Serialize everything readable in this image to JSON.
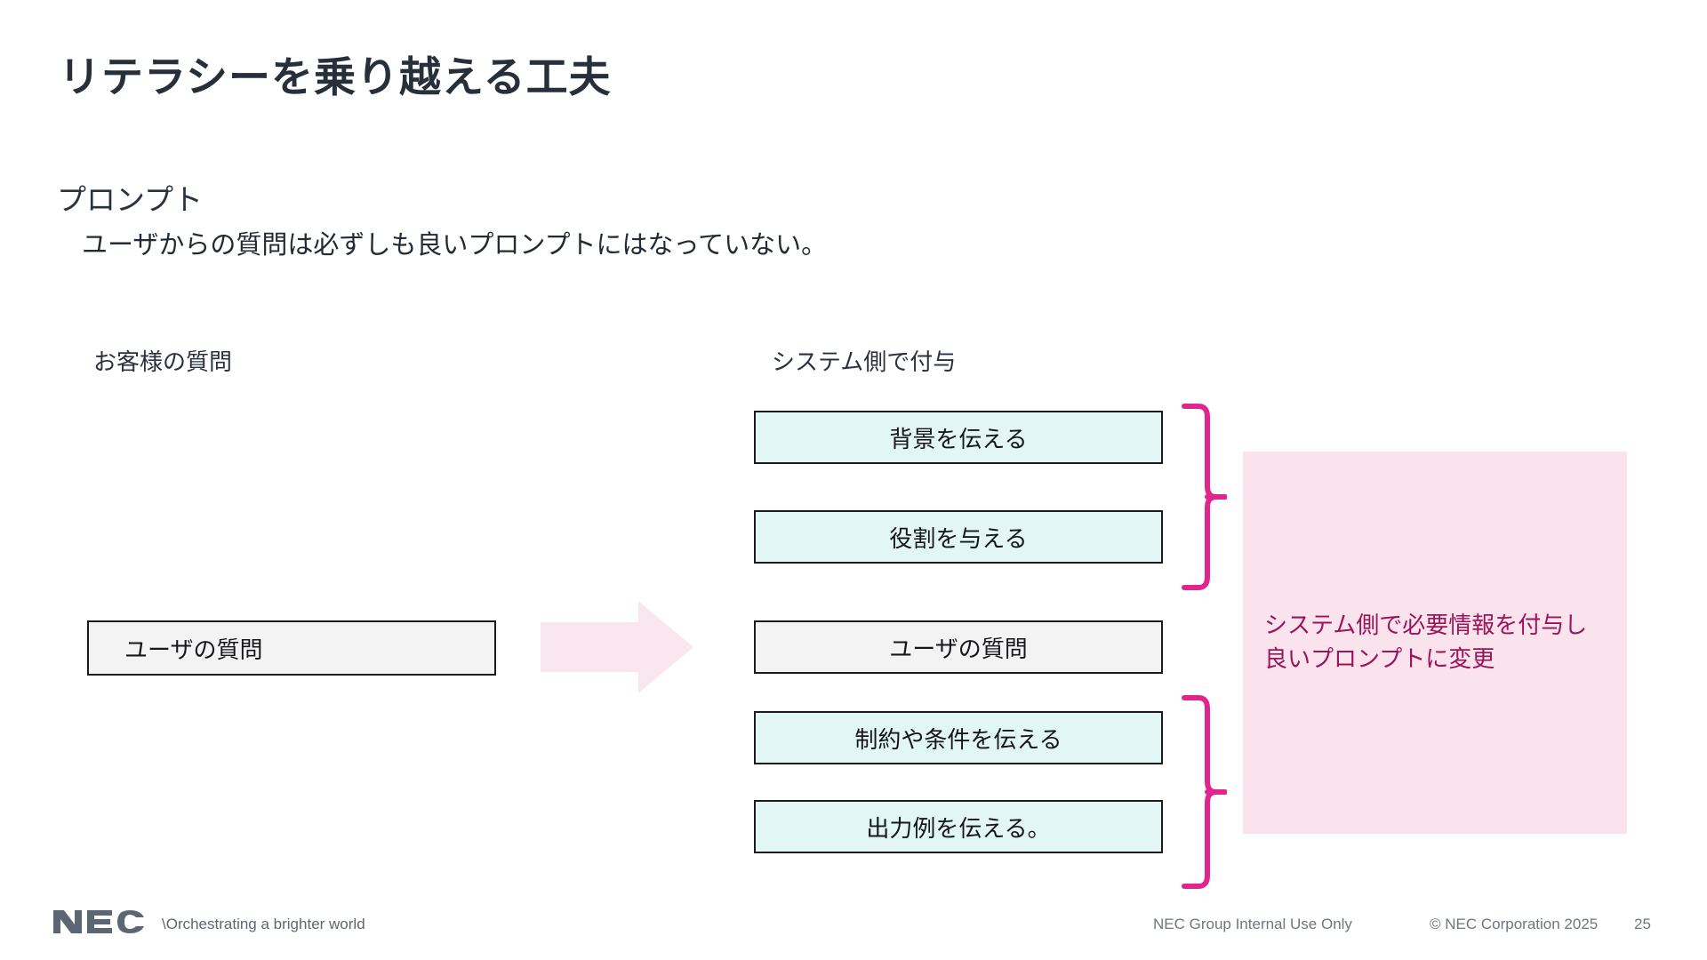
{
  "slide": {
    "title": "リテラシーを乗り越える工夫",
    "section_heading": "プロンプト",
    "section_body": "ユーザからの質問は必ずしも良いプロンプトにはなっていない。"
  },
  "labels": {
    "customer_column": "お客様の質問",
    "system_column": "システム側で付与"
  },
  "diagram": {
    "source_box": "ユーザの質問",
    "arrow": "right-arrow",
    "result_boxes": [
      {
        "label": "背景を伝える",
        "fill": "teal"
      },
      {
        "label": "役割を与える",
        "fill": "teal"
      },
      {
        "label": "ユーザの質問",
        "fill": "gray"
      },
      {
        "label": "制約や条件を伝える",
        "fill": "teal"
      },
      {
        "label": "出力例を伝える。",
        "fill": "teal"
      }
    ],
    "braces": [
      "top-brace",
      "bottom-brace"
    ]
  },
  "highlight": {
    "text": "システム側で必要情報を付与し\n良いプロンプトに変更"
  },
  "footer": {
    "brand": "NEC",
    "tagline": "\\Orchestrating a brighter world",
    "confidentiality": "NEC Group Internal Use Only",
    "copyright": "© NEC Corporation 2025",
    "page_number": "25"
  },
  "colors": {
    "title_text": "#262f3a",
    "box_teal_fill": "#e2f7f5",
    "box_gray_fill": "#f3f3f3",
    "box_border": "#1c1c1c",
    "highlight_panel": "#fbe3ee",
    "highlight_text": "#9c1458",
    "brace_stroke": "#e0258e",
    "arrow_fill": "#fae6ef",
    "footer_text": "#6d7682"
  }
}
